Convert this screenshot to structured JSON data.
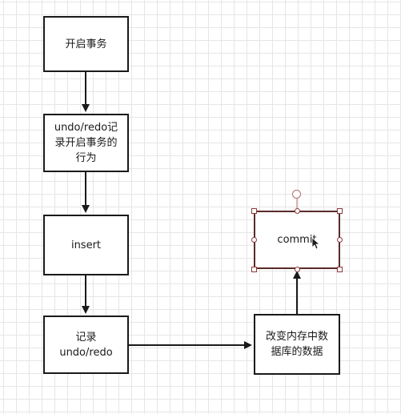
{
  "diagram": {
    "nodes": [
      {
        "id": "start_tx",
        "label": "开启事务"
      },
      {
        "id": "undo_redo_log",
        "label": "undo/redo记\n录开启事务的\n行为"
      },
      {
        "id": "insert",
        "label": "insert"
      },
      {
        "id": "record_undo_redo",
        "label": "记录\nundo/redo"
      },
      {
        "id": "modify_memory",
        "label": "改变内存中数\n据库的数据"
      },
      {
        "id": "commit",
        "label": "commit"
      }
    ],
    "edges": [
      {
        "from": "start_tx",
        "to": "undo_redo_log"
      },
      {
        "from": "undo_redo_log",
        "to": "insert"
      },
      {
        "from": "insert",
        "to": "record_undo_redo"
      },
      {
        "from": "record_undo_redo",
        "to": "modify_memory"
      },
      {
        "from": "modify_memory",
        "to": "commit"
      }
    ],
    "selected_node": "commit"
  },
  "icons": {
    "cursor": "pointer-cursor-icon",
    "rotate": "rotate-handle-icon"
  },
  "colors": {
    "stroke": "#1a1a1a",
    "selection": "#8a3a3a",
    "grid": "#e6e6e6"
  }
}
